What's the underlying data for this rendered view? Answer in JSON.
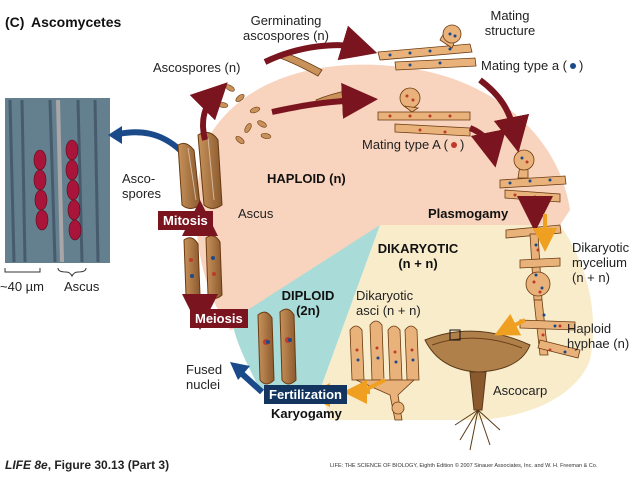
{
  "panel_label": "(C)",
  "title": "Ascomycetes",
  "labels": {
    "germinating": "Germinating",
    "ascospores_n": "ascospores (n)",
    "mating_structure_1": "Mating",
    "mating_structure_2": "structure",
    "mating_type_a": "Mating type a (",
    "mating_type_a_close": ")",
    "ascospores_left": "Ascospores (n)",
    "mating_type_A": "Mating type A (",
    "mating_type_A_close": ")",
    "haploid": "HAPLOID (n)",
    "plasmogamy": "Plasmogamy",
    "asco": "Asco-",
    "spores": "spores",
    "ascus": "Ascus",
    "dikaryotic_title": "DIKARYOTIC",
    "dikaryotic_nn": "(n + n)",
    "dikaryotic_mycelium_1": "Dikaryotic",
    "dikaryotic_mycelium_2": "mycelium",
    "dikaryotic_mycelium_3": "(n + n)",
    "diploid": "DIPLOID",
    "diploid_2n": "(2n)",
    "dikaryotic_asci_1": "Dikaryotic",
    "dikaryotic_asci_2": "asci (n + n)",
    "haploid_hyphae_1": "Haploid",
    "haploid_hyphae_2": "hyphae (n)",
    "fused_nuclei_1": "Fused",
    "fused_nuclei_2": "nuclei",
    "ascocarp": "Ascocarp",
    "karyogamy": "Karyogamy",
    "scale": "~40 µm",
    "ascus_photo": "Ascus"
  },
  "boxes": {
    "mitosis": "Mitosis",
    "meiosis": "Meiosis",
    "fertilization": "Fertilization"
  },
  "footer": {
    "left_title": "LIFE 8e",
    "left_rest": ", Figure 30.13 (Part 3)",
    "right": "LIFE: THE SCIENCE OF BIOLOGY, Eighth Edition © 2007 Sinauer Associates, Inc. and W. H. Freeman & Co."
  },
  "colors": {
    "haploid_bg": "#f8d3bd",
    "dikaryotic_bg": "#f9eccb",
    "diploid_bg": "#a9dbd9",
    "arrow_red": "#7a1520",
    "arrow_blue": "#1a4a8a",
    "arrow_orange": "#f0a020",
    "box_red": "#7a1520",
    "box_blue": "#12345e",
    "mating_a_dot": "#1a4a8a",
    "mating_A_dot": "#c0392b"
  }
}
